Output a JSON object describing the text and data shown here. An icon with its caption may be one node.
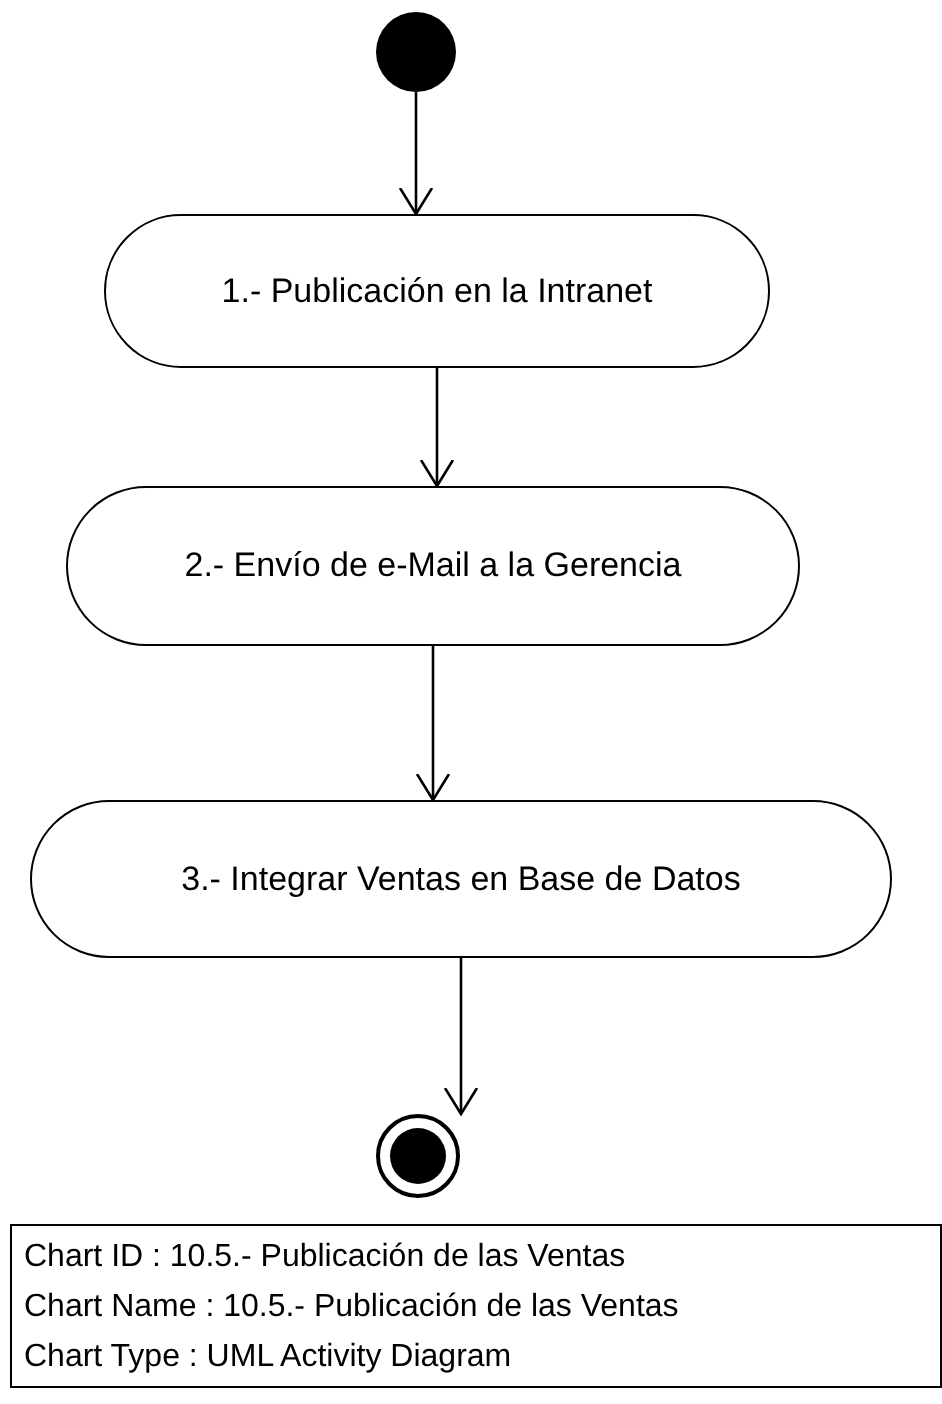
{
  "diagram": {
    "nodes": [
      {
        "text": [],
        "shape": "circle"
      },
      {
        "text": [
          "1.- Publicación en la Intranet"
        ]
      },
      {
        "text": [
          "2.- Envío de e-Mail a la Gerencia"
        ]
      },
      {
        "text": [
          "3.- Integrar Ventas en Base de Datos"
        ]
      },
      {
        "text": [],
        "shape": "circle"
      },
      {
        "text": [
          "Chart ID : 10.5.- Publicación de las Ventas",
          "Chart Name : 10.5.- Publicación de las Ventas",
          "Chart Type : UML Activity Diagram"
        ]
      }
    ],
    "edges": [
      {
        "from": 0,
        "to": 1,
        "arrow": "to"
      },
      {
        "from": 1,
        "to": 2,
        "arrow": "to"
      },
      {
        "from": 2,
        "to": 3,
        "arrow": "to"
      },
      {
        "from": 3,
        "to": 4,
        "arrow": "to"
      }
    ]
  }
}
